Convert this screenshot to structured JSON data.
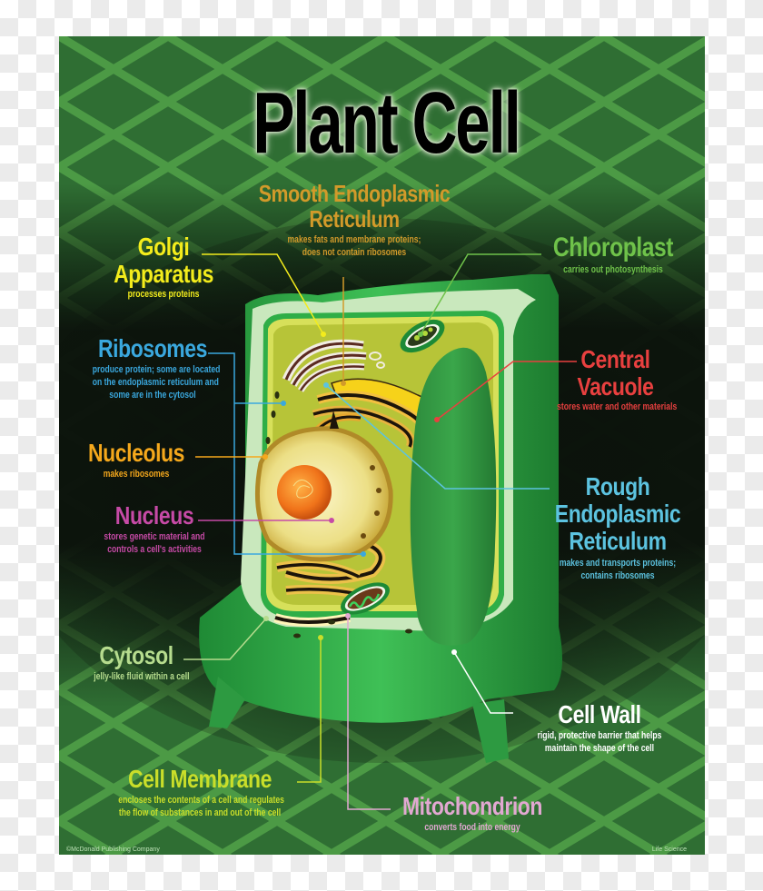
{
  "poster": {
    "title": "Plant Cell",
    "footer_left": "©McDonald Publishing Company",
    "footer_right": "Life Science",
    "colors": {
      "background_green": "#2f6e33",
      "grid_light_green": "#4c9a45",
      "dark_center": "#0c120c",
      "cell_wall_green": "#35b24a",
      "cytosol_yellow_green": "#b7c438"
    }
  },
  "labels": {
    "smooth_er": {
      "title_line1": "Smooth Endoplasmic",
      "title_line2": "Reticulum",
      "desc_line1": "makes fats and membrane proteins;",
      "desc_line2": "does not contain ribosomes",
      "color": "#d29a2a"
    },
    "golgi": {
      "title_line1": "Golgi",
      "title_line2": "Apparatus",
      "desc_line1": "processes proteins",
      "color": "#f3ec1c"
    },
    "chloroplast": {
      "title_line1": "Chloroplast",
      "desc_line1": "carries out photosynthesis",
      "color": "#6fc24a"
    },
    "ribosomes": {
      "title_line1": "Ribosomes",
      "desc_line1": "produce protein; some are located",
      "desc_line2": "on the endoplasmic reticulum and",
      "desc_line3": "some are in the cytosol",
      "color": "#3aa8de"
    },
    "central_vacuole": {
      "title_line1": "Central",
      "title_line2": "Vacuole",
      "desc_line1": "stores water and other materials",
      "color": "#e8403f"
    },
    "nucleolus": {
      "title_line1": "Nucleolus",
      "desc_line1": "makes ribosomes",
      "color": "#f5a81c"
    },
    "rough_er": {
      "title_line1": "Rough",
      "title_line2": "Endoplasmic",
      "title_line3": "Reticulum",
      "desc_line1": "makes and transports proteins;",
      "desc_line2": "contains ribosomes",
      "color": "#5cc3e0"
    },
    "nucleus": {
      "title_line1": "Nucleus",
      "desc_line1": "stores genetic material and",
      "desc_line2": "controls a cell's activities",
      "color": "#c64aa6"
    },
    "cytosol": {
      "title_line1": "Cytosol",
      "desc_line1": "jelly-like fluid within a cell",
      "color": "#b6dc8e"
    },
    "cell_wall": {
      "title_line1": "Cell Wall",
      "desc_line1": "rigid, protective barrier that helps",
      "desc_line2": "maintain the shape of the cell",
      "color": "#ffffff"
    },
    "cell_membrane": {
      "title_line1": "Cell Membrane",
      "desc_line1": "encloses the contents of a cell and regulates",
      "desc_line2": "the flow of substances in and out of the cell",
      "color": "#c9de2a"
    },
    "mitochondrion": {
      "title_line1": "Mitochondrion",
      "desc_line1": "converts food into energy",
      "color": "#e2a8d2"
    }
  }
}
